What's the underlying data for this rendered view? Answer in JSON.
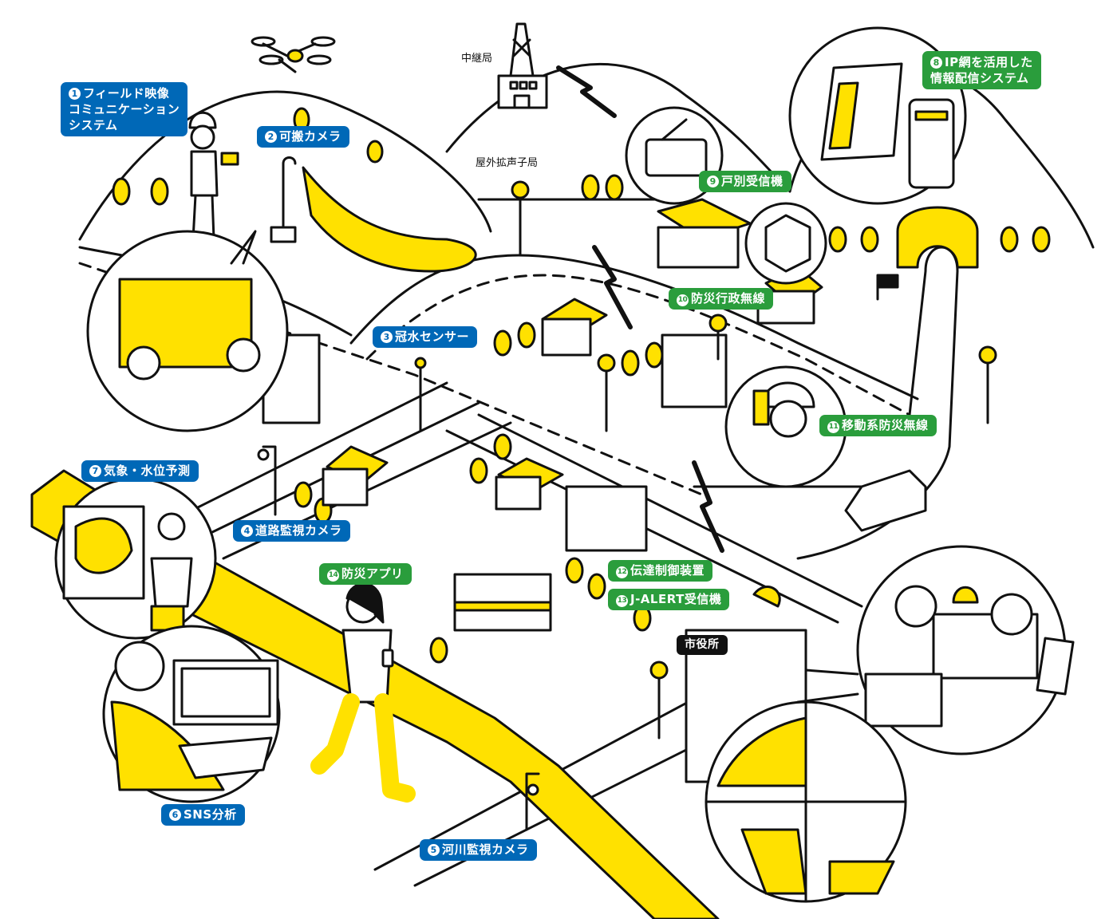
{
  "title": "防災情報システム全体イメージ",
  "colors": {
    "accent_yellow": "#ffe100",
    "blue_badge": "#0068b7",
    "green_badge": "#2a9d3c",
    "ink": "#111111"
  },
  "labels": {
    "relay_station": "中継局",
    "outdoor_speaker": "屋外拡声子局",
    "city_hall": "市役所"
  },
  "badges": [
    {
      "id": "1",
      "num": "1",
      "text": "フィールド映像\nコミュニケーション\nシステム",
      "lines": [
        "フィールド映像",
        "コミュニケーション",
        "システム"
      ],
      "color": "blue"
    },
    {
      "id": "2",
      "num": "2",
      "text": "可搬カメラ",
      "color": "blue"
    },
    {
      "id": "3",
      "num": "3",
      "text": "冠水センサー",
      "color": "blue"
    },
    {
      "id": "4",
      "num": "4",
      "text": "道路監視カメラ",
      "color": "blue"
    },
    {
      "id": "5",
      "num": "5",
      "text": "河川監視カメラ",
      "color": "blue"
    },
    {
      "id": "6",
      "num": "6",
      "text": "SNS分析",
      "color": "blue"
    },
    {
      "id": "7",
      "num": "7",
      "text": "気象・水位予測",
      "color": "blue"
    },
    {
      "id": "8",
      "num": "8",
      "text": "IP網を活用した\n情報配信システム",
      "lines": [
        "IP網を活用した",
        "情報配信システム"
      ],
      "color": "green"
    },
    {
      "id": "9",
      "num": "9",
      "text": "戸別受信機",
      "color": "green"
    },
    {
      "id": "10",
      "num": "10",
      "text": "防災行政無線",
      "color": "green"
    },
    {
      "id": "11",
      "num": "11",
      "text": "移動系防災無線",
      "color": "green"
    },
    {
      "id": "12",
      "num": "12",
      "text": "伝達制御装置",
      "color": "green"
    },
    {
      "id": "13",
      "num": "13",
      "text": "J-ALERT受信機",
      "color": "green"
    },
    {
      "id": "14",
      "num": "14",
      "text": "防災アプリ",
      "color": "green"
    }
  ]
}
